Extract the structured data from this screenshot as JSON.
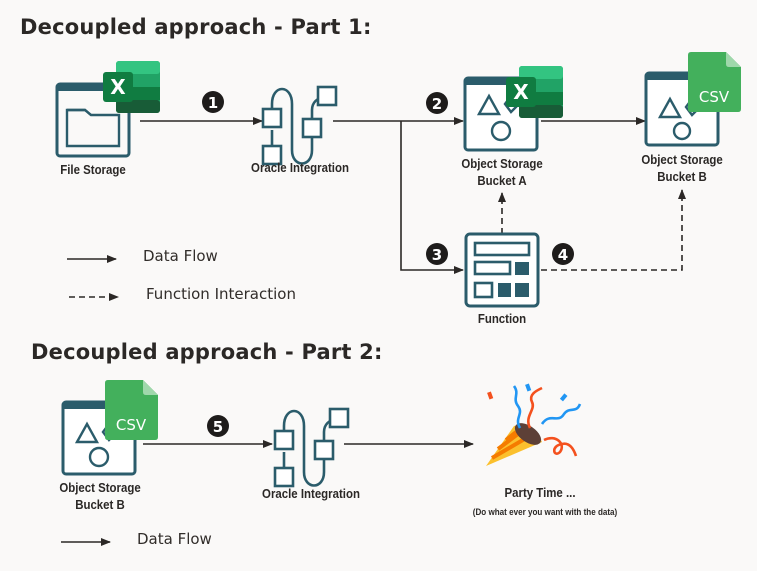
{
  "part1": {
    "title": "Decoupled approach - Part 1:",
    "nodes": {
      "file_storage": "File Storage",
      "oracle_integration": "Oracle Integration",
      "bucket_a_line1": "Object Storage",
      "bucket_a_line2": "Bucket A",
      "bucket_b_line1": "Object Storage",
      "bucket_b_line2": "Bucket B",
      "function": "Function"
    },
    "steps": [
      "1",
      "2",
      "3",
      "4"
    ],
    "file_badges": {
      "excel": "X",
      "csv": "CSV"
    },
    "legend": {
      "data_flow": "Data Flow",
      "function_interaction": "Function Interaction"
    }
  },
  "part2": {
    "title": "Decoupled approach - Part 2:",
    "nodes": {
      "bucket_b_line1": "Object Storage",
      "bucket_b_line2": "Bucket B",
      "oracle_integration": "Oracle Integration",
      "party_title": "Party Time ...",
      "party_subtitle": "(Do what ever you want with the data)"
    },
    "steps": [
      "5"
    ],
    "file_badges": {
      "csv": "CSV"
    },
    "legend": {
      "data_flow": "Data Flow"
    }
  },
  "colors": {
    "icon_teal": "#2b5c6b",
    "excel_green": "#107c41",
    "csv_green": "#43b05c",
    "line": "#2b2826",
    "background": "#faf9f8"
  }
}
